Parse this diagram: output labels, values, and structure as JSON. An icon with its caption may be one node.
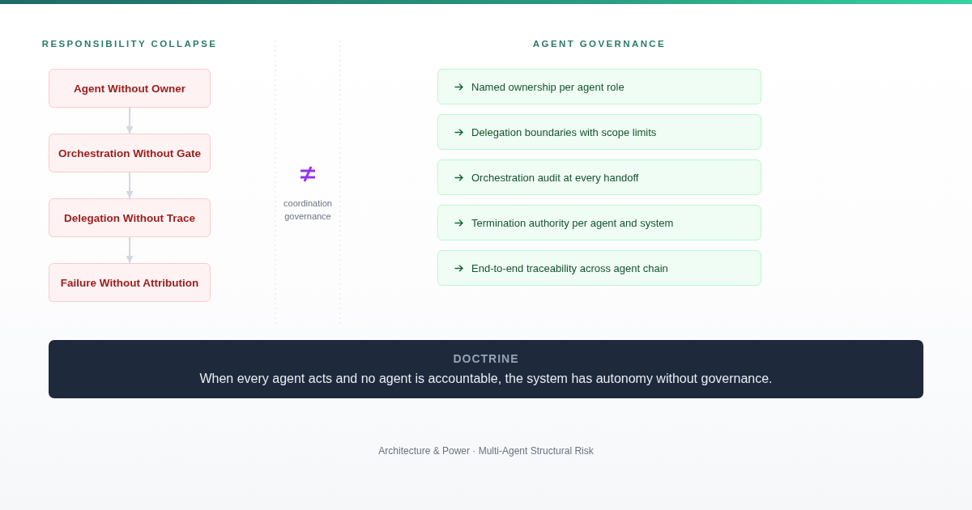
{
  "diagram": {
    "nodes": [
      {
        "text": [
          "Agent Without Owner"
        ]
      },
      {
        "text": [
          "Orchestration Without Gate"
        ]
      },
      {
        "text": [
          "Delegation Without Trace"
        ]
      },
      {
        "text": [
          "Failure Without Attribution"
        ]
      },
      {
        "text": [
          "Named ownership per agent role"
        ]
      },
      {
        "text": [
          "Delegation boundaries with scope limits"
        ]
      },
      {
        "text": [
          "Orchestration audit at every handoff"
        ]
      },
      {
        "text": [
          "Termination authority per agent and system"
        ]
      },
      {
        "text": [
          "End-to-end traceability across agent chain"
        ]
      },
      {
        "text": [
          "DOCTRINE",
          "When every agent acts and no agent is accountable, the system has autonomy without governance."
        ]
      }
    ],
    "edges": [
      {
        "from": 0,
        "to": 1,
        "arrow": "to"
      },
      {
        "from": 1,
        "to": 2,
        "arrow": "to"
      },
      {
        "from": 2,
        "to": 3,
        "arrow": "to"
      }
    ],
    "labels": [
      "RESPONSIBILITY COLLAPSE",
      "AGENT GOVERNANCE",
      "coordination governance",
      "Architecture & Power · Multi-Agent Structural Risk"
    ]
  }
}
